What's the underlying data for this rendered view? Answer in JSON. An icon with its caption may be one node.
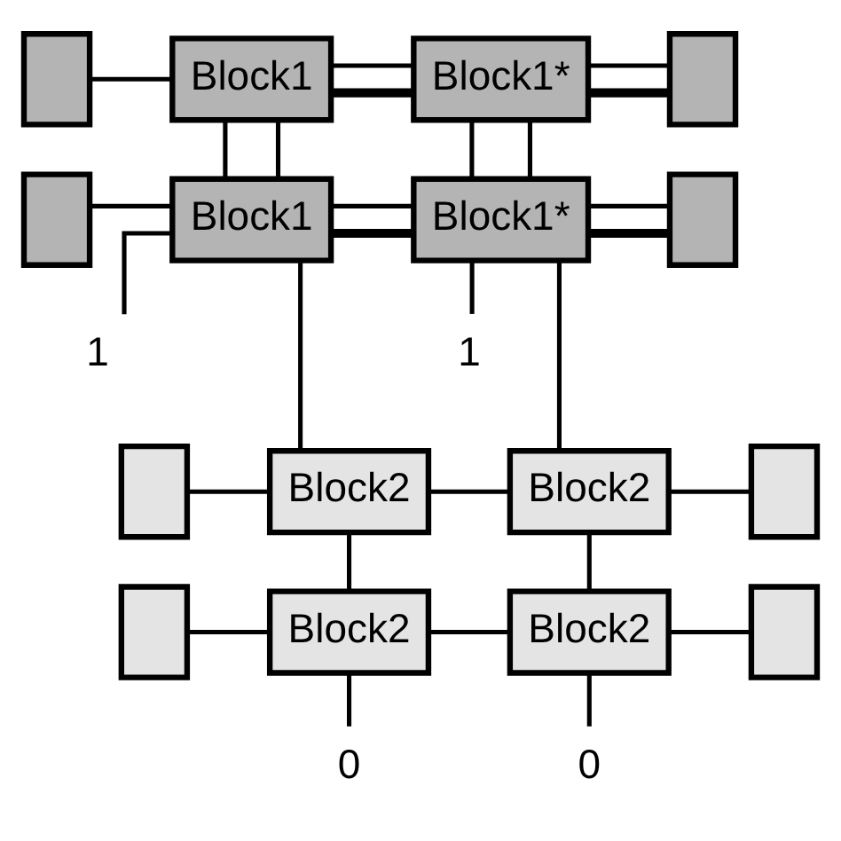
{
  "diagram": {
    "nodes": [
      {
        "text": [],
        "shape": "box"
      },
      {
        "text": [
          "Block1"
        ]
      },
      {
        "text": [
          "Block1*"
        ]
      },
      {
        "text": [],
        "shape": "box"
      },
      {
        "text": [],
        "shape": "box"
      },
      {
        "text": [
          "Block1"
        ]
      },
      {
        "text": [
          "Block1*"
        ]
      },
      {
        "text": [],
        "shape": "box"
      },
      {
        "text": [
          "1"
        ]
      },
      {
        "text": [
          "1"
        ]
      },
      {
        "text": [],
        "shape": "box"
      },
      {
        "text": [
          "Block2"
        ]
      },
      {
        "text": [
          "Block2"
        ]
      },
      {
        "text": [],
        "shape": "box"
      },
      {
        "text": [],
        "shape": "box"
      },
      {
        "text": [
          "Block2"
        ]
      },
      {
        "text": [
          "Block2"
        ]
      },
      {
        "text": [],
        "shape": "box"
      },
      {
        "text": [
          "0"
        ]
      },
      {
        "text": [
          "0"
        ]
      }
    ],
    "edges": [
      {
        "from": 0,
        "to": 1,
        "arrow": "none"
      },
      {
        "from": 1,
        "to": 2,
        "arrow": "none"
      },
      {
        "from": 2,
        "to": 3,
        "arrow": "none"
      },
      {
        "from": 1,
        "to": 2,
        "arrow": "none",
        "style": "thick"
      },
      {
        "from": 2,
        "to": 3,
        "arrow": "none",
        "style": "thick"
      },
      {
        "from": 1,
        "to": 5,
        "arrow": "none"
      },
      {
        "from": 1,
        "to": 5,
        "arrow": "none"
      },
      {
        "from": 2,
        "to": 6,
        "arrow": "none"
      },
      {
        "from": 2,
        "to": 6,
        "arrow": "none"
      },
      {
        "from": 4,
        "to": 5,
        "arrow": "none"
      },
      {
        "from": 5,
        "to": 6,
        "arrow": "none"
      },
      {
        "from": 6,
        "to": 7,
        "arrow": "none"
      },
      {
        "from": 5,
        "to": 6,
        "arrow": "none",
        "style": "thick"
      },
      {
        "from": 6,
        "to": 7,
        "arrow": "none",
        "style": "thick"
      },
      {
        "from": 5,
        "to": 8,
        "arrow": "none"
      },
      {
        "from": 6,
        "to": 9,
        "arrow": "none"
      },
      {
        "from": 5,
        "to": 11,
        "arrow": "none"
      },
      {
        "from": 6,
        "to": 12,
        "arrow": "none"
      },
      {
        "from": 10,
        "to": 11,
        "arrow": "none"
      },
      {
        "from": 11,
        "to": 12,
        "arrow": "none"
      },
      {
        "from": 12,
        "to": 13,
        "arrow": "none"
      },
      {
        "from": 11,
        "to": 15,
        "arrow": "none"
      },
      {
        "from": 12,
        "to": 16,
        "arrow": "none"
      },
      {
        "from": 14,
        "to": 15,
        "arrow": "none"
      },
      {
        "from": 15,
        "to": 16,
        "arrow": "none"
      },
      {
        "from": 16,
        "to": 17,
        "arrow": "none"
      },
      {
        "from": 15,
        "to": 18,
        "arrow": "none"
      },
      {
        "from": 16,
        "to": 19,
        "arrow": "none"
      }
    ]
  }
}
